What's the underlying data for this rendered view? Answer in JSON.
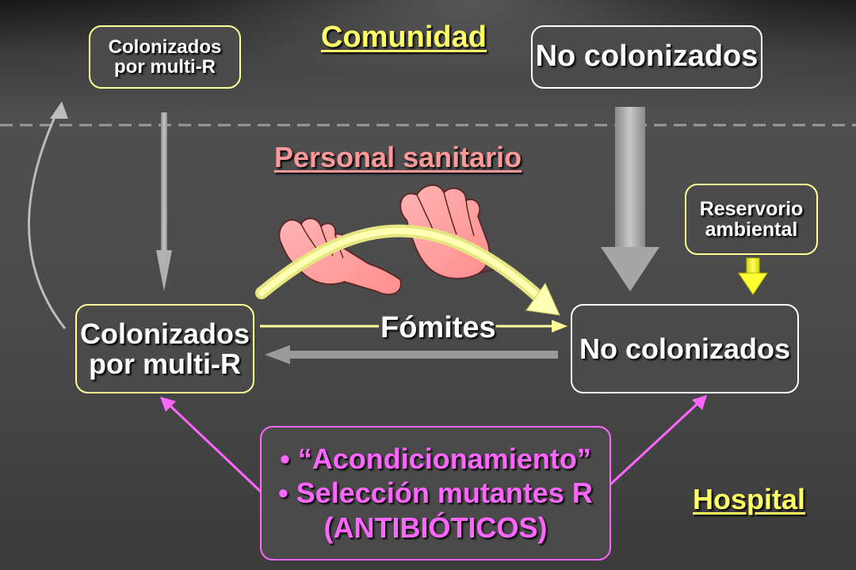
{
  "community": {
    "title": "Comunidad",
    "colonized_box": {
      "line1": "Colonizados",
      "line2": "por multi-R"
    },
    "noncolonized_box": {
      "label": "No colonizados"
    }
  },
  "healthcare": {
    "title": "Personal sanitario",
    "fomites_label": "Fómites"
  },
  "hospital": {
    "title": "Hospital",
    "colonized_box": {
      "line1": "Colonizados",
      "line2": "por multi-R"
    },
    "noncolonized_box": {
      "label": "No colonizados"
    },
    "reservoir_box": {
      "line1": "Reservorio",
      "line2": "ambiental"
    }
  },
  "antibiotic_box": {
    "bullet1": "• “Acondicionamiento”",
    "bullet2": "• Selección mutantes R",
    "line3": "(ANTIBIÓTICOS)"
  },
  "colors": {
    "yellow": "#ffff99",
    "title_yellow": "#ffff66",
    "salmon": "#ff9999",
    "pink": "#ff66ff",
    "white": "#ffffff",
    "arrow_gray": "#a6a6a6"
  }
}
